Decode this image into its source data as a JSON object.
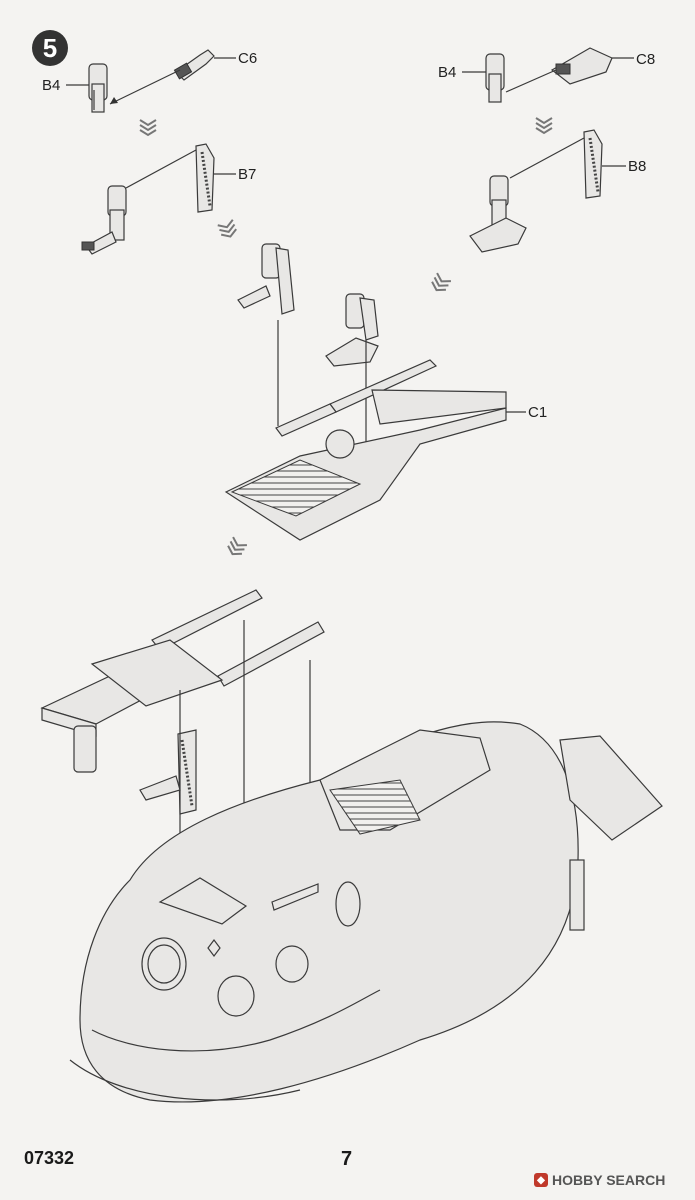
{
  "step": {
    "number": "5"
  },
  "labels": {
    "b4_left": "B4",
    "c6": "C6",
    "b4_right": "B4",
    "c8": "C8",
    "b7": "B7",
    "b8": "B8",
    "c1": "C1"
  },
  "footer": {
    "code": "07332",
    "page": "7"
  },
  "watermark": {
    "mark": "◆",
    "text": "HOBBY SEARCH"
  },
  "icons": {
    "step_badge": "circle-number",
    "assembly_arrows": "triple-chevron-arrow"
  }
}
